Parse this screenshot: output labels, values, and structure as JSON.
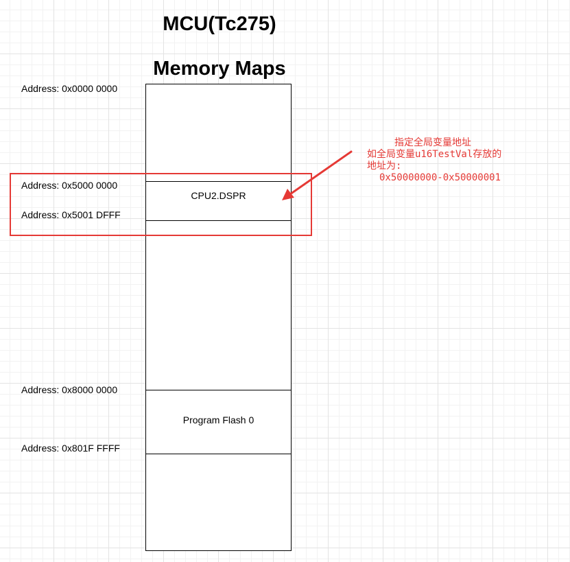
{
  "title": {
    "line1": "MCU(Tc275)",
    "line2": "Memory Maps"
  },
  "addresses": {
    "start": "Address: 0x0000 0000",
    "dspr_start": "Address: 0x5000 0000",
    "dspr_end": "Address: 0x5001 DFFF",
    "pflash_start": "Address: 0x8000 0000",
    "pflash_end": "Address: 0x801F FFFF"
  },
  "regions": {
    "dspr": "CPU2.DSPR",
    "pflash": "Program Flash 0"
  },
  "annotation": {
    "line1": "指定全局变量地址",
    "line2": "如全局变量u16TestVal存放的",
    "line3": "地址为:",
    "line4": "0x50000000-0x50000001"
  },
  "colors": {
    "highlight": "#e53935",
    "annotation_text": "#e53935"
  }
}
